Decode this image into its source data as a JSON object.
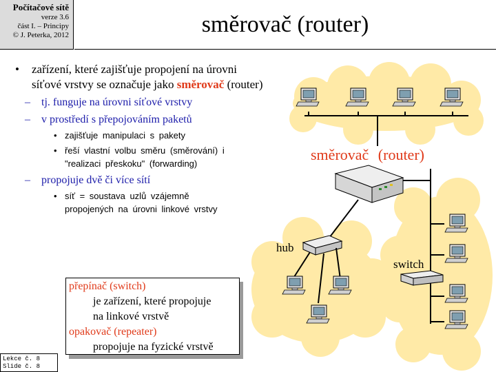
{
  "header": {
    "course": "Počítačové sítě",
    "version": "verze 3.6",
    "part": "část I. – Principy",
    "copyright": "© J. Peterka, 2012",
    "title": "směrovač (router)"
  },
  "content": {
    "bullet_text": "zařízení, které zajišťuje propojení na úrovni síťové vrstvy se označuje jako ",
    "bullet_highlight": "směrovač",
    "bullet_tail": " (router)",
    "sub1": "tj. funguje na úrovni síťové vrstvy",
    "sub2": "v prostředí s přepojováním paketů",
    "sub2_items": [
      "zajišťuje manipulaci s pakety",
      "řeší vlastní volbu směru (směrování) i \"realizaci přeskoku\" (forwarding)"
    ],
    "sub3": "propojuje dvě či více sítí",
    "sub3_items": [
      "síť = soustava uzlů vzájemně propojených na úrovni linkové vrstvy"
    ]
  },
  "definitions": {
    "switch_term": "přepínač (switch)",
    "switch_desc_1": "je zařízení, které propojuje",
    "switch_desc_2": "na linkové vrstvě",
    "repeater_term": "opakovač (repeater)",
    "repeater_desc": "propojuje na fyzické vrstvě"
  },
  "diagram": {
    "router_label_a": "směrovač",
    "router_label_b": "(router)",
    "hub_label": "hub",
    "switch_label": "switch",
    "colors": {
      "cloud": "#ffeaa7",
      "router_label": "#e03a1a"
    }
  },
  "footer": {
    "lecture": "Lekce č. 8",
    "slide": "Slide č. 8"
  }
}
